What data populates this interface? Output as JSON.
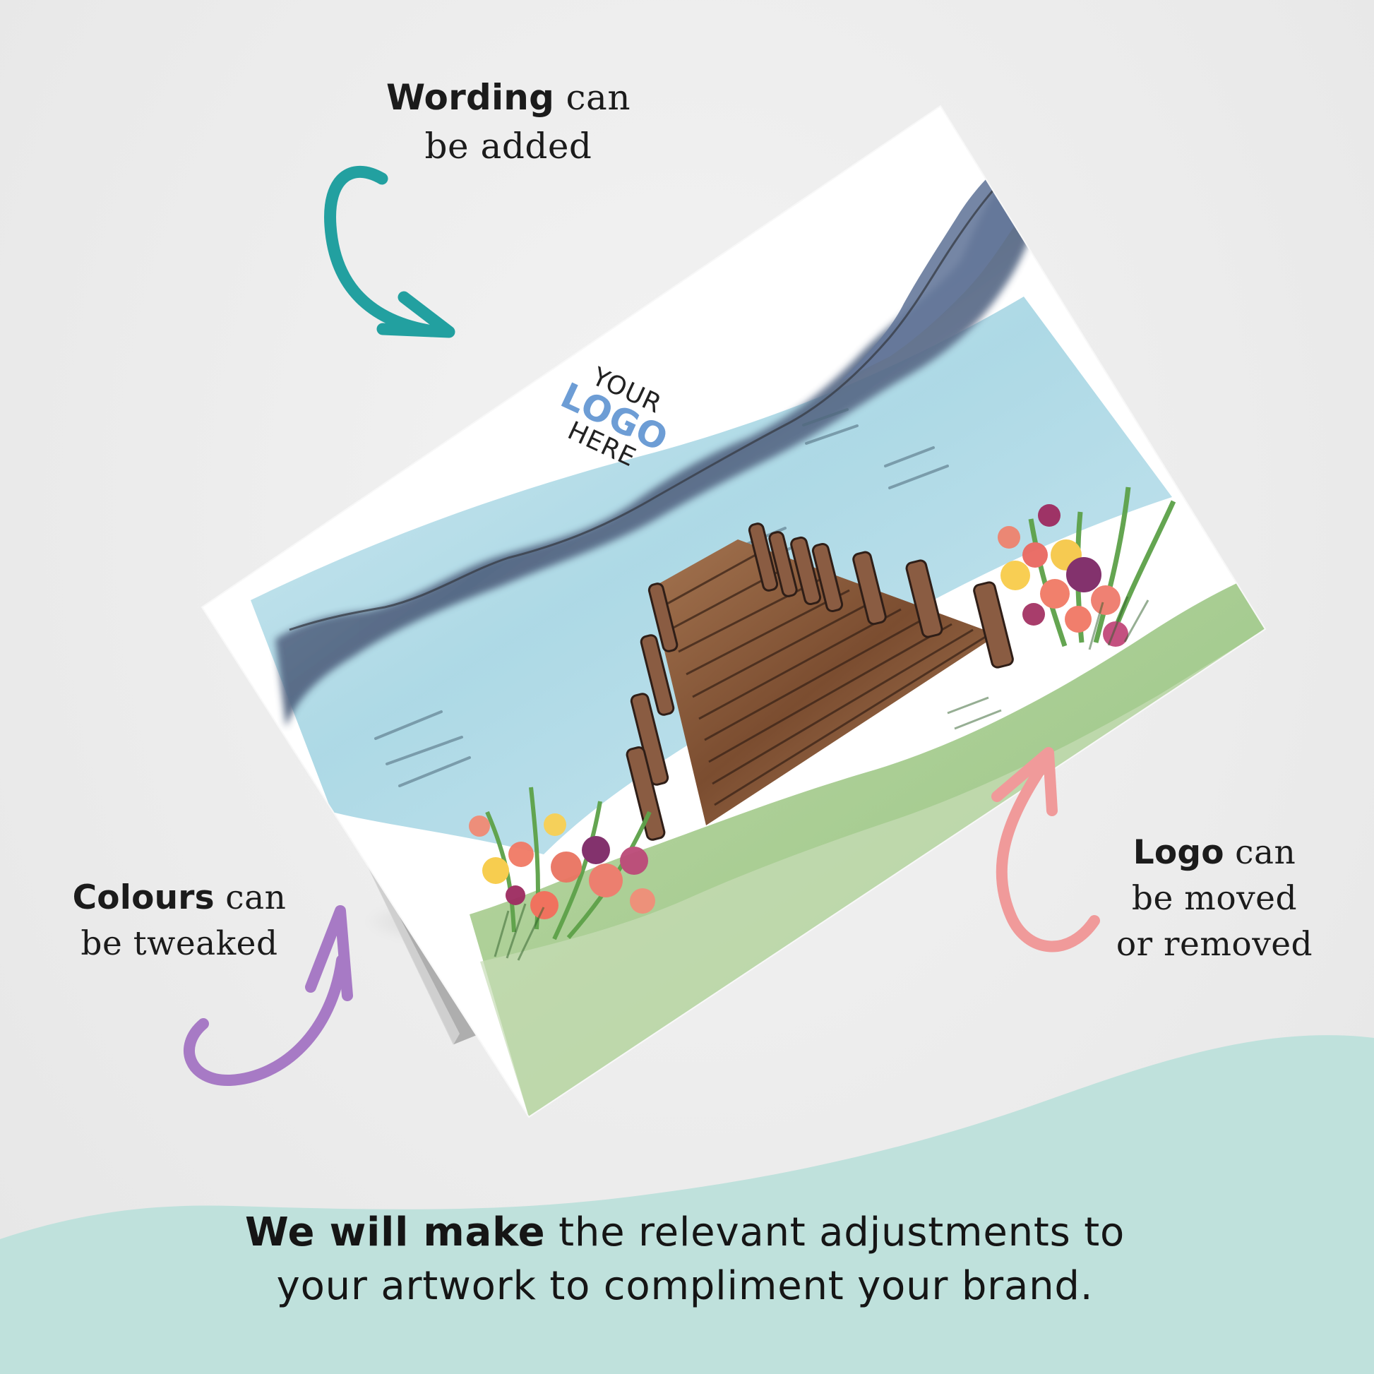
{
  "callouts": {
    "wording": {
      "strong": "Wording",
      "line1_rest": "can",
      "line2": "be added"
    },
    "colours": {
      "strong": "Colours",
      "line1_rest": "can",
      "line2": "be tweaked"
    },
    "logo": {
      "strong": "Logo",
      "line1_rest": "can",
      "line2": "be moved",
      "line3": "or removed"
    }
  },
  "logo_placeholder": {
    "top": "YOUR",
    "middle": "LOGO",
    "bottom": "HERE"
  },
  "bottom_text": {
    "strong": "We will make",
    "line1_rest": "the relevant adjustments to",
    "line2": "your artwork to compliment your brand."
  },
  "colors": {
    "background": "#ececec",
    "wave": "#bfe1dc",
    "teal_arrow": "#22a0a0",
    "purple_arrow": "#a77ac5",
    "pink_arrow": "#f09a9a",
    "logo_blue": "#6d9dd5"
  },
  "icons": {
    "arrow_1": "curved-arrow-teal",
    "arrow_2": "curved-arrow-purple",
    "arrow_3": "curved-arrow-pink"
  }
}
